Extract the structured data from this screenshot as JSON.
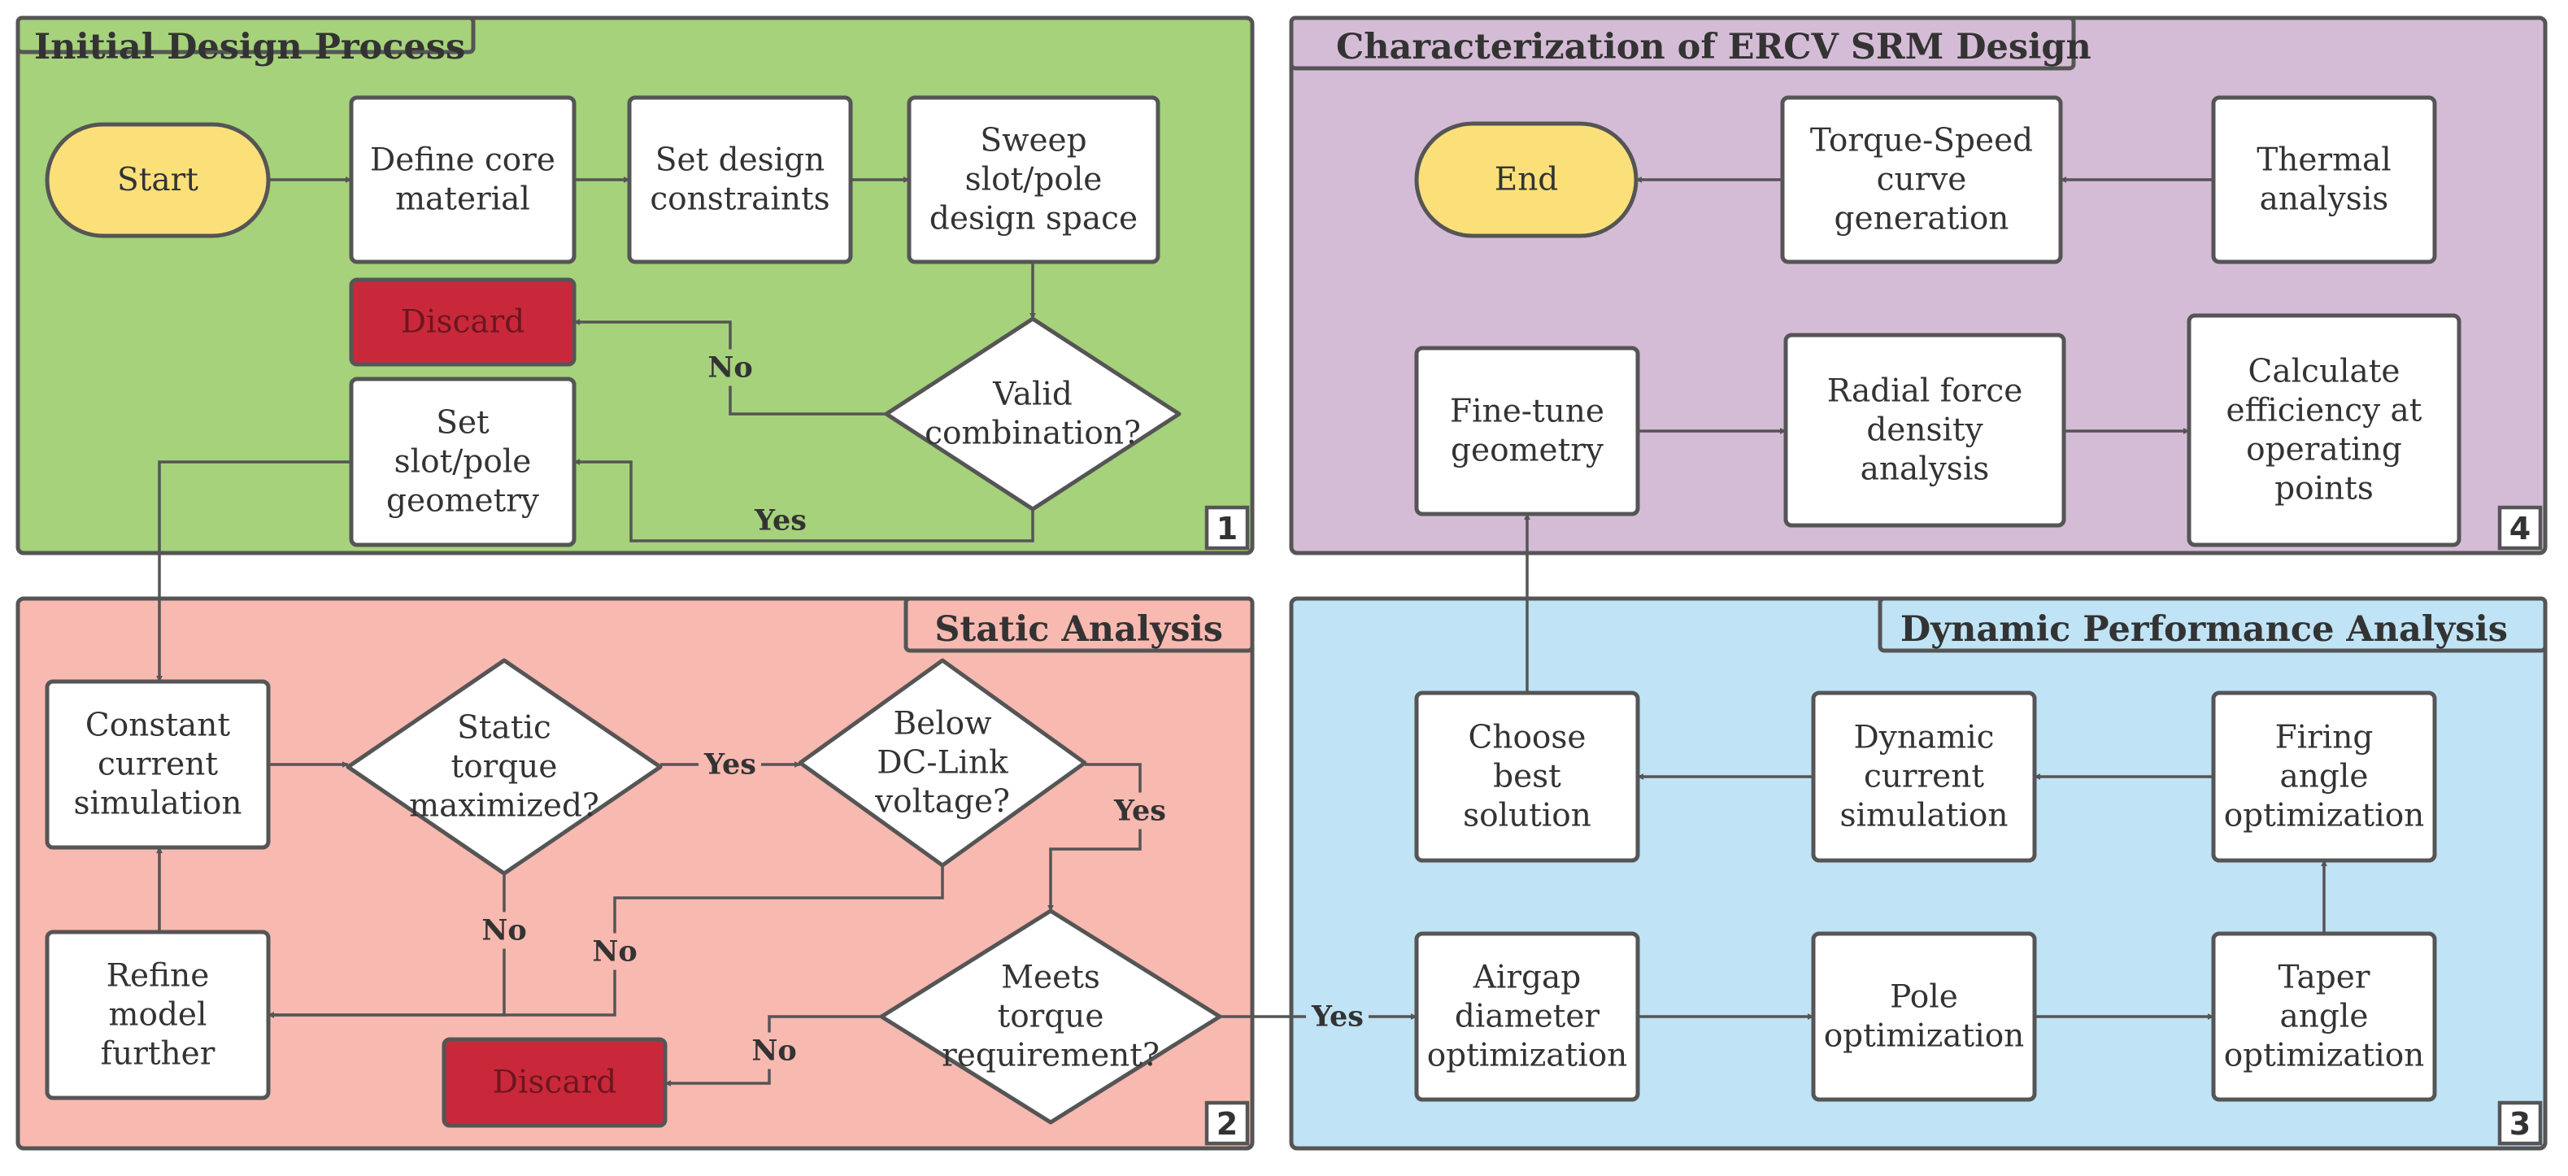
{
  "panels": [
    {
      "id": "p1",
      "title": "Initial Design Process",
      "number": "1",
      "fill": "#a5d27b"
    },
    {
      "id": "p2",
      "title": "Static Analysis",
      "number": "2",
      "fill": "#f8b9b1"
    },
    {
      "id": "p3",
      "title": "Dynamic Performance Analysis",
      "number": "3",
      "fill": "#c0e3f5"
    },
    {
      "id": "p4",
      "title": "Characterization of ERCV SRM Design",
      "number": "4",
      "fill": "#d5bcd6"
    }
  ],
  "nodes": {
    "start": {
      "shape": "terminal",
      "lines": [
        "Start"
      ],
      "fill": "#fbe07a"
    },
    "define_core": {
      "shape": "process",
      "lines": [
        "Define core",
        "material"
      ]
    },
    "set_constraints": {
      "shape": "process",
      "lines": [
        "Set design",
        "constraints"
      ]
    },
    "sweep": {
      "shape": "process",
      "lines": [
        "Sweep",
        "slot/pole",
        "design space"
      ]
    },
    "discard1": {
      "shape": "process",
      "lines": [
        "Discard"
      ],
      "fill": "#c9283a",
      "text_color": "#6b1620"
    },
    "valid": {
      "shape": "decision",
      "lines": [
        "Valid",
        "combination?"
      ]
    },
    "set_geometry": {
      "shape": "process",
      "lines": [
        "Set",
        "slot/pole",
        "geometry"
      ]
    },
    "constant_current": {
      "shape": "process",
      "lines": [
        "Constant",
        "current",
        "simulation"
      ]
    },
    "static_torque": {
      "shape": "decision",
      "lines": [
        "Static",
        "torque",
        "maximized?"
      ]
    },
    "below_dc": {
      "shape": "decision",
      "lines": [
        "Below",
        "DC-Link",
        "voltage?"
      ]
    },
    "refine": {
      "shape": "process",
      "lines": [
        "Refine",
        "model",
        "further"
      ]
    },
    "meets_torque": {
      "shape": "decision",
      "lines": [
        "Meets",
        "torque",
        "requirement?"
      ]
    },
    "discard2": {
      "shape": "process",
      "lines": [
        "Discard"
      ],
      "fill": "#c9283a",
      "text_color": "#6b1620"
    },
    "end": {
      "shape": "terminal",
      "lines": [
        "End"
      ],
      "fill": "#fbe07a"
    },
    "torque_speed": {
      "shape": "process",
      "lines": [
        "Torque-Speed",
        "curve",
        "generation"
      ]
    },
    "thermal": {
      "shape": "process",
      "lines": [
        "Thermal",
        "analysis"
      ]
    },
    "fine_tune": {
      "shape": "process",
      "lines": [
        "Fine-tune",
        "geometry"
      ]
    },
    "radial_force": {
      "shape": "process",
      "lines": [
        "Radial force",
        "density",
        "analysis"
      ]
    },
    "efficiency": {
      "shape": "process",
      "lines": [
        "Calculate",
        "efficiency at",
        "operating",
        "points"
      ]
    },
    "choose_best": {
      "shape": "process",
      "lines": [
        "Choose",
        "best",
        "solution"
      ]
    },
    "dynamic_current": {
      "shape": "process",
      "lines": [
        "Dynamic",
        "current",
        "simulation"
      ]
    },
    "firing_angle": {
      "shape": "process",
      "lines": [
        "Firing",
        "angle",
        "optimization"
      ]
    },
    "airgap": {
      "shape": "process",
      "lines": [
        "Airgap",
        "diameter",
        "optimization"
      ]
    },
    "pole_opt": {
      "shape": "process",
      "lines": [
        "Pole",
        "optimization"
      ]
    },
    "taper": {
      "shape": "process",
      "lines": [
        "Taper",
        "angle",
        "optimization"
      ]
    }
  },
  "edges": [
    {
      "from": "start",
      "to": "define_core",
      "label": ""
    },
    {
      "from": "define_core",
      "to": "set_constraints",
      "label": ""
    },
    {
      "from": "set_constraints",
      "to": "sweep",
      "label": ""
    },
    {
      "from": "sweep",
      "to": "valid",
      "label": ""
    },
    {
      "from": "valid",
      "to": "discard1",
      "label": "No"
    },
    {
      "from": "valid",
      "to": "set_geometry",
      "label": "Yes"
    },
    {
      "from": "set_geometry",
      "to": "constant_current",
      "label": ""
    },
    {
      "from": "constant_current",
      "to": "static_torque",
      "label": ""
    },
    {
      "from": "static_torque",
      "to": "below_dc",
      "label": "Yes"
    },
    {
      "from": "static_torque",
      "to": "refine",
      "label": "No"
    },
    {
      "from": "below_dc",
      "to": "meets_torque",
      "label": "Yes"
    },
    {
      "from": "below_dc",
      "to": "refine",
      "label": "No"
    },
    {
      "from": "refine",
      "to": "constant_current",
      "label": ""
    },
    {
      "from": "meets_torque",
      "to": "discard2",
      "label": "No"
    },
    {
      "from": "meets_torque",
      "to": "airgap",
      "label": "Yes"
    },
    {
      "from": "airgap",
      "to": "pole_opt",
      "label": ""
    },
    {
      "from": "pole_opt",
      "to": "taper",
      "label": ""
    },
    {
      "from": "taper",
      "to": "firing_angle",
      "label": ""
    },
    {
      "from": "firing_angle",
      "to": "dynamic_current",
      "label": ""
    },
    {
      "from": "dynamic_current",
      "to": "choose_best",
      "label": ""
    },
    {
      "from": "choose_best",
      "to": "fine_tune",
      "label": ""
    },
    {
      "from": "fine_tune",
      "to": "radial_force",
      "label": ""
    },
    {
      "from": "radial_force",
      "to": "efficiency",
      "label": ""
    },
    {
      "from": "thermal",
      "to": "torque_speed",
      "label": ""
    },
    {
      "from": "torque_speed",
      "to": "end",
      "label": ""
    }
  ]
}
